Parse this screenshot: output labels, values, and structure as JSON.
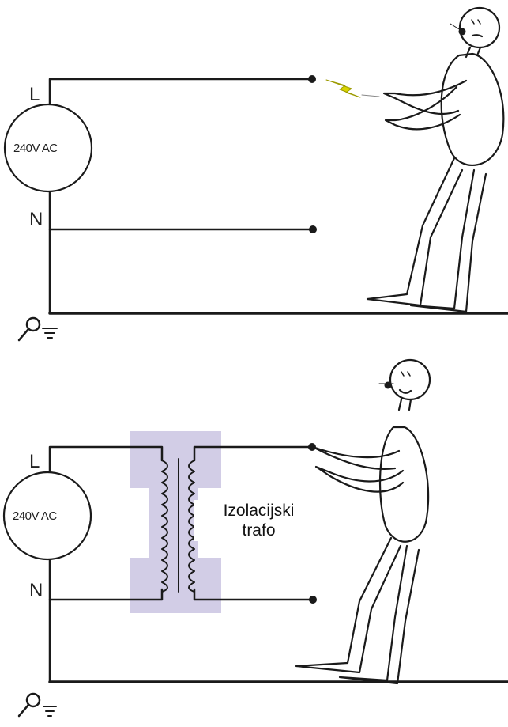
{
  "top_circuit": {
    "line_label": "L",
    "neutral_label": "N",
    "source_label": "240V AC"
  },
  "bottom_circuit": {
    "line_label": "L",
    "neutral_label": "N",
    "source_label": "240V AC",
    "transformer_label_line1": "Izolacijski",
    "transformer_label_line2": "trafo"
  },
  "colors": {
    "wire": "#1a1a1a",
    "transformer_fill": "#b4abd6",
    "spark": "#d9d400"
  }
}
